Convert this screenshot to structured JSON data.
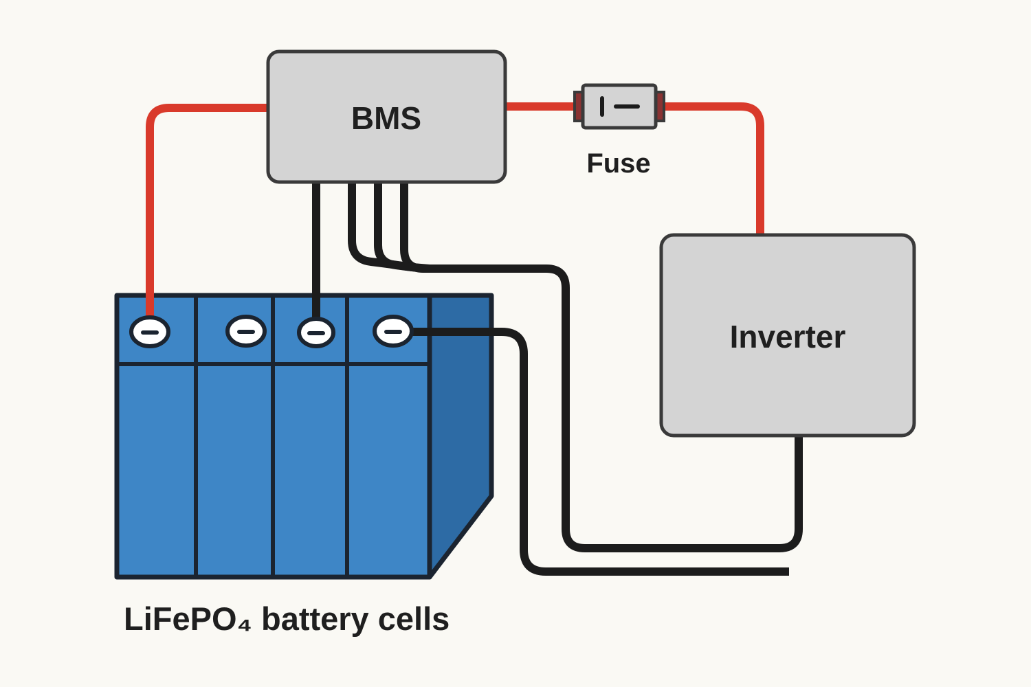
{
  "diagram": {
    "labels": {
      "bms": "BMS",
      "fuse": "Fuse",
      "inverter": "Inverter",
      "battery": "LiFePO₄ battery cells"
    },
    "colors": {
      "background": "#faf9f4",
      "box-fill": "#d4d4d4",
      "box-stroke": "#3a3a3a",
      "wire-red": "#d93a2b",
      "wire-black": "#1c1c1c",
      "battery-blue": "#3e86c6",
      "battery-blue-dark": "#2d6ba5",
      "battery-outline": "#1b2430",
      "fuse-cap": "#8a3232",
      "terminal-fill": "#ffffff",
      "text": "#1f1f1f"
    }
  }
}
